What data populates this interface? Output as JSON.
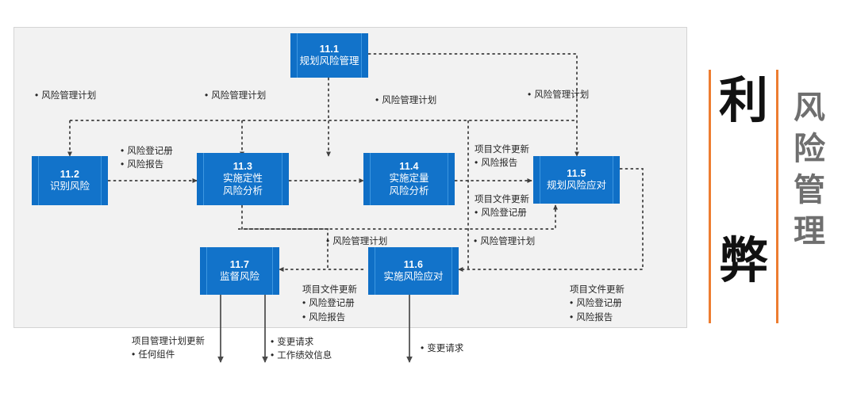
{
  "diagram": {
    "type": "flowchart",
    "title_chars": {
      "big_top": "利",
      "big_bottom": "弊",
      "side_vertical": [
        "风",
        "险",
        "管",
        "理"
      ]
    },
    "accent_color": "#ED7D31",
    "node_color": "#1273ca",
    "panel_bg": "#f2f2f2",
    "nodes": [
      {
        "id": "11.1",
        "num": "11.1",
        "name": "规划风险管理"
      },
      {
        "id": "11.2",
        "num": "11.2",
        "name": "识别风险"
      },
      {
        "id": "11.3",
        "num": "11.3",
        "name_l1": "实施定性",
        "name_l2": "风险分析"
      },
      {
        "id": "11.4",
        "num": "11.4",
        "name_l1": "实施定量",
        "name_l2": "风险分析"
      },
      {
        "id": "11.5",
        "num": "11.5",
        "name": "规划风险应对"
      },
      {
        "id": "11.6",
        "num": "11.6",
        "name": "实施风险应对"
      },
      {
        "id": "11.7",
        "num": "11.7",
        "name": "监督风险"
      }
    ],
    "labels": {
      "plan_a": "风险管理计划",
      "plan_b": "风险管理计划",
      "plan_c": "风险管理计划",
      "plan_d": "风险管理计划",
      "plan_mid": "风险管理计划",
      "plan_right": "风险管理计划",
      "reg_register": "风险登记册",
      "reg_report": "风险报告",
      "docupdate": "项目文件更新",
      "risk_report": "风险报告",
      "risk_register": "风险登记册",
      "pm_plan_update": "项目管理计划更新",
      "any_component": "任何组件",
      "change_request": "变更请求",
      "work_perf_info": "工作绩效信息",
      "change_request2": "变更请求"
    }
  }
}
